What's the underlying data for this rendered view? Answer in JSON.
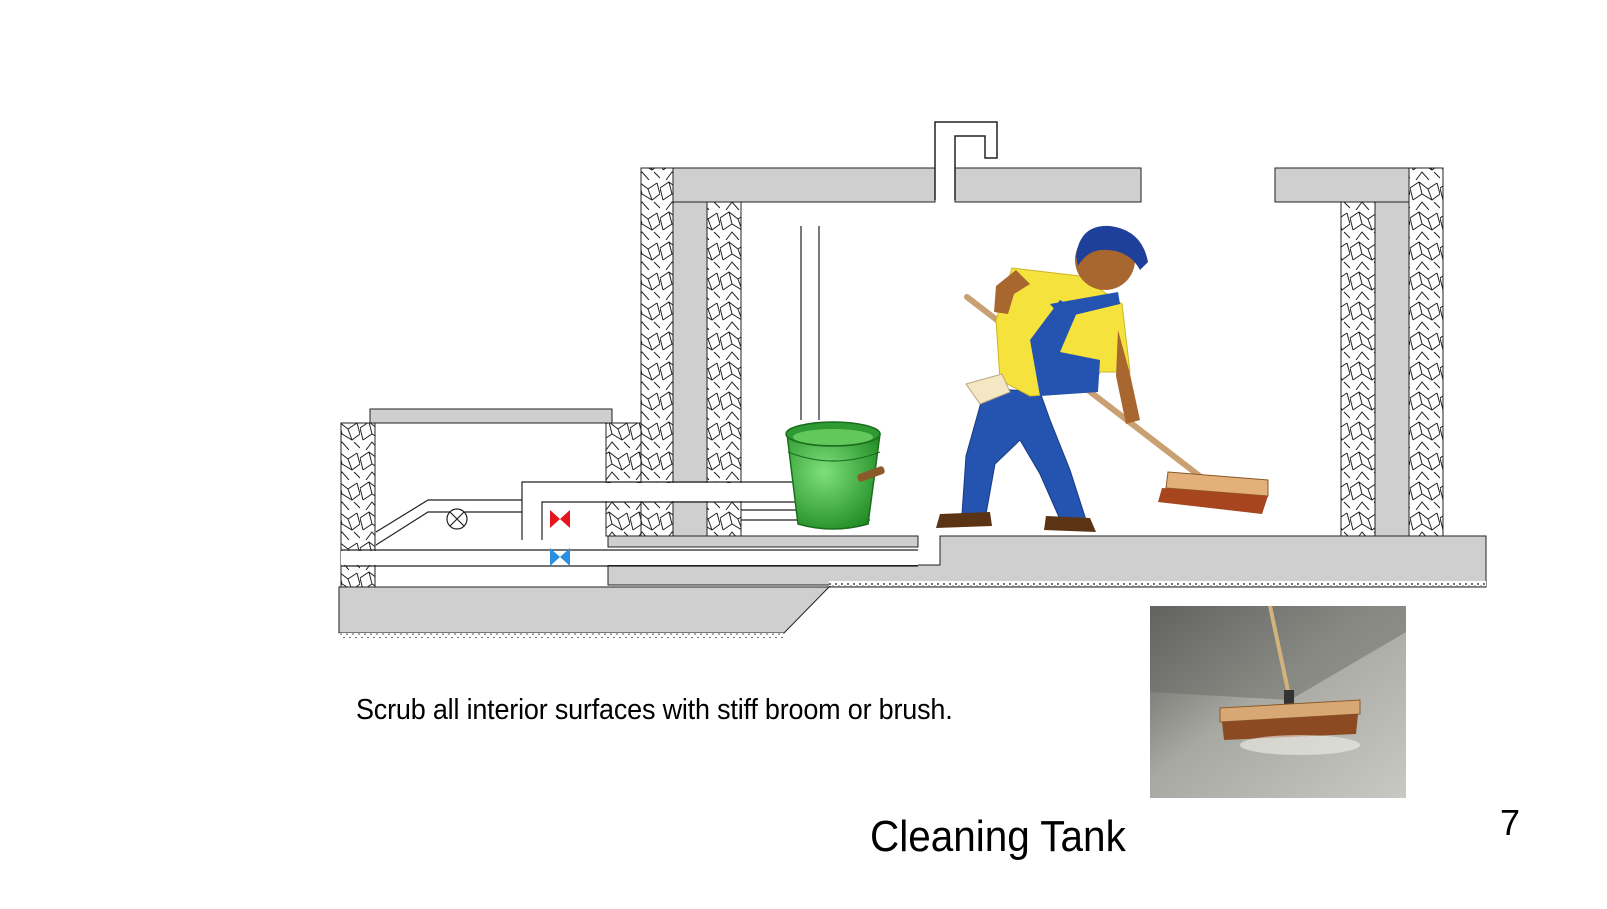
{
  "instruction": "Scrub all interior surfaces with stiff broom or brush.",
  "title": "Cleaning Tank",
  "page_number": "7",
  "colors": {
    "concrete": "#cfcfcf",
    "outline": "#2a2a2a",
    "hot_valve": "#e8141d",
    "cold_valve": "#2a8fe0",
    "bucket": "#3aa63a",
    "shirt": "#f5e23c",
    "overalls": "#2453b0",
    "skin": "#a8672f"
  },
  "icons": {
    "hot_valve": "gate-valve-red",
    "cold_valve": "gate-valve-blue",
    "meter": "circle-x-meter"
  }
}
